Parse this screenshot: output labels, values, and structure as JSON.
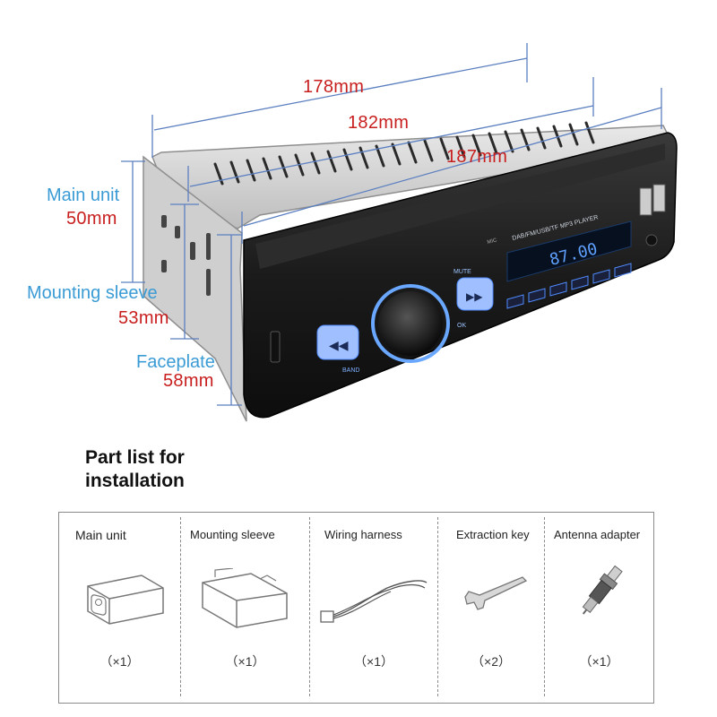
{
  "dimensions": {
    "width1": "178mm",
    "width2": "182mm",
    "width3": "187mm",
    "main_unit_label": "Main unit",
    "main_unit_value": "50mm",
    "mounting_sleeve_label": "Mounting sleeve",
    "mounting_sleeve_value": "53mm",
    "faceplate_label": "Faceplate",
    "faceplate_value": "58mm"
  },
  "radio": {
    "display_top_text": "DAB/FM/USB/TF MP3  PLAYER",
    "lcd_text": "87.00",
    "mic_label": "MIC",
    "mute_label": "MUTE",
    "ok_label": "OK",
    "band_label": "BAND"
  },
  "parts": {
    "title_line1": "Part list for",
    "title_line2": "installation",
    "items": [
      {
        "name": "Main unit",
        "qty": "（×1）",
        "icon": "main-unit-icon"
      },
      {
        "name": "Mounting sleeve",
        "qty": "（×1）",
        "icon": "mounting-sleeve-icon"
      },
      {
        "name": "Wiring harness",
        "qty": "（×1）",
        "icon": "wiring-harness-icon"
      },
      {
        "name": "Extraction key",
        "qty": "（×2）",
        "icon": "extraction-key-icon"
      },
      {
        "name": "Antenna adapter",
        "qty": "（×1）",
        "icon": "antenna-adapter-icon"
      }
    ]
  },
  "colors": {
    "dimension_text": "#c81e1e",
    "label_text": "#3a9bd5",
    "accent_blue": "#4f8bff"
  }
}
